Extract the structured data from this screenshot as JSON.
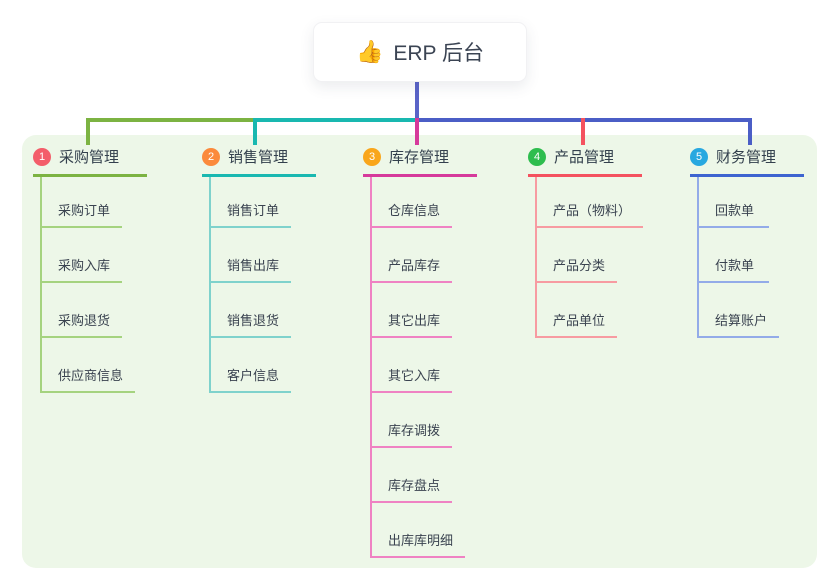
{
  "root": {
    "icon": "👍",
    "label": "ERP 后台"
  },
  "canvas": {
    "background": "#ffffff",
    "panel_background": "#edf7e8"
  },
  "connector_colors": {
    "trunk": "#5a64c8",
    "bus_left": "#7cb342",
    "bus_mid": "#19b8b0",
    "bus_right": "#4b5ec6"
  },
  "branches": [
    {
      "num": "1",
      "label": "采购管理",
      "badge_color": "#f35d6a",
      "line_color": "#7cb342",
      "item_line_color": "#a5d37f",
      "items": [
        "采购订单",
        "采购入库",
        "采购退货",
        "供应商信息"
      ]
    },
    {
      "num": "2",
      "label": "销售管理",
      "badge_color": "#fb8a3c",
      "line_color": "#19b8b0",
      "item_line_color": "#7fd2cc",
      "items": [
        "销售订单",
        "销售出库",
        "销售退货",
        "客户信息"
      ]
    },
    {
      "num": "3",
      "label": "库存管理",
      "badge_color": "#f9a61b",
      "line_color": "#d63a9b",
      "item_line_color": "#ef82c3",
      "items": [
        "仓库信息",
        "产品库存",
        "其它出库",
        "其它入库",
        "库存调拨",
        "库存盘点",
        "出库库明细"
      ]
    },
    {
      "num": "4",
      "label": "产品管理",
      "badge_color": "#2ebd4e",
      "line_color": "#f4525f",
      "item_line_color": "#f79ba1",
      "items": [
        "产品（物料）",
        "产品分类",
        "产品单位"
      ]
    },
    {
      "num": "5",
      "label": "财务管理",
      "badge_color": "#28a8e0",
      "line_color": "#3d64d0",
      "item_line_color": "#93abe8",
      "items": [
        "回款单",
        "付款单",
        "结算账户"
      ]
    }
  ]
}
